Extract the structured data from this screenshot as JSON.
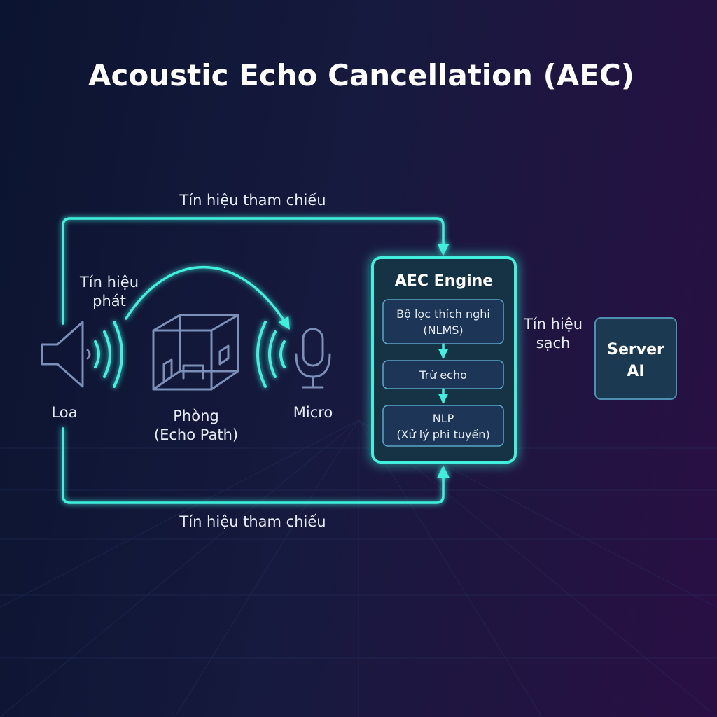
{
  "title": "Acoustic Echo Cancellation (AEC)",
  "reference_signal_top": "Tín hiệu tham chiếu",
  "reference_signal_bottom": "Tín hiệu tham chiếu",
  "playback_signal": [
    "Tín hiệu",
    "phát"
  ],
  "speaker": {
    "label": "Loa",
    "icon": "speaker-icon"
  },
  "room": {
    "label": [
      "Phòng",
      "(Echo Path)"
    ],
    "icon": "room-cube-icon"
  },
  "microphone": {
    "label": "Micro",
    "icon": "microphone-icon"
  },
  "aec_engine": {
    "title": "AEC Engine",
    "blocks": [
      {
        "lines": [
          "Bộ lọc thích nghi",
          "(NLMS)"
        ]
      },
      {
        "lines": [
          "Trừ echo"
        ]
      },
      {
        "lines": [
          "NLP",
          "(Xử lý phi tuyến)"
        ]
      }
    ]
  },
  "clean_signal": [
    "Tín hiệu",
    "sạch"
  ],
  "server": {
    "lines": [
      "Server",
      "AI"
    ]
  },
  "colors": {
    "accent": "#3ff0dc",
    "icon": "#7b8fb8",
    "panel": "#1d3557"
  }
}
